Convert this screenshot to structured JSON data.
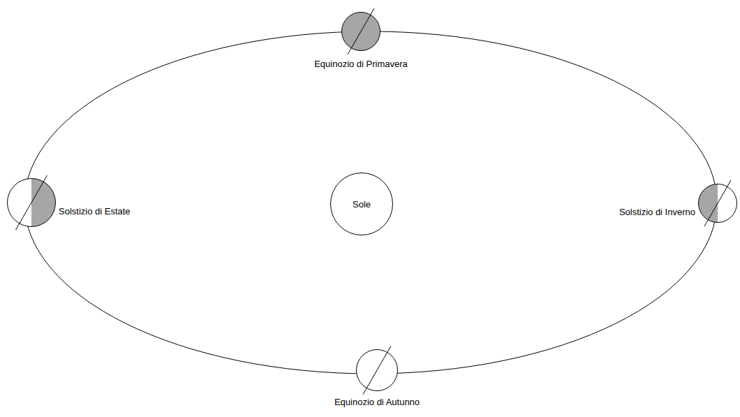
{
  "diagram": {
    "nodes": [
      {
        "text": [
          "Equinozio di Primavera"
        ]
      },
      {
        "text": [
          "Solstizio di Estate"
        ]
      },
      {
        "text": [
          "Sole"
        ]
      },
      {
        "text": [
          "Solstizio di Inverno"
        ]
      },
      {
        "text": [
          "Equinozio di Autunno"
        ]
      }
    ]
  }
}
